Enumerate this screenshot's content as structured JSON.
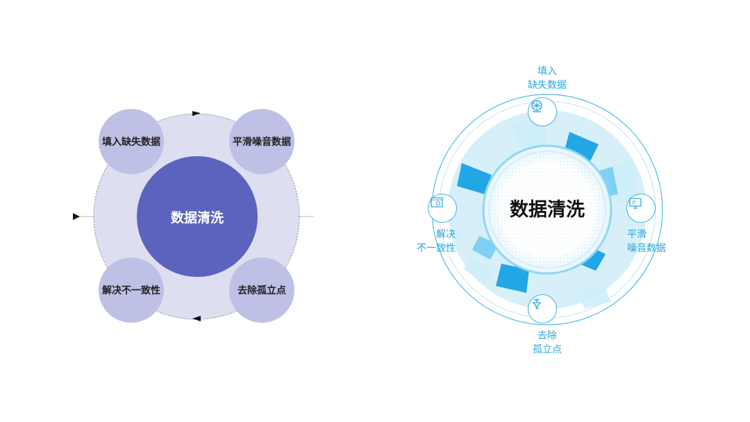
{
  "left": {
    "center": "数据清洗",
    "nodes": {
      "top_left": "填入缺失数据",
      "top_right": "平滑噪音数据",
      "bottom_left": "解决不一致性",
      "bottom_right": "去除孤立点"
    }
  },
  "right": {
    "center": "数据清洗",
    "labels": {
      "top_l1": "填入",
      "top_l2": "缺失数据",
      "right_l1": "平滑",
      "right_l2": "噪音数据",
      "left_l1": "解决",
      "left_l2": "不一致性",
      "bottom_l1": "去除",
      "bottom_l2": "孤立点"
    },
    "icons": {
      "top": "globe-network-icon",
      "right": "monitor-icon",
      "left": "browser-settings-icon",
      "bottom": "filter-funnel-icon"
    }
  },
  "colors": {
    "left_bg": "#dddff0",
    "left_node": "#bfc0e6",
    "left_center": "#5c63bf",
    "right_accent": "#2aa6dc"
  }
}
